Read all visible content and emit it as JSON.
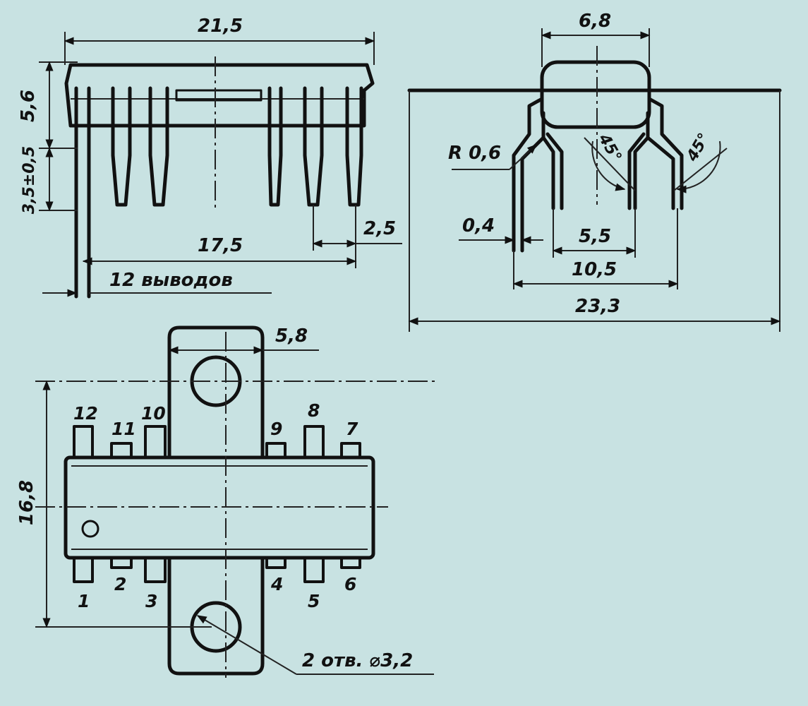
{
  "colors": {
    "background": "#c8e2e2",
    "ink": "#111111"
  },
  "side_view": {
    "dim_width": "21,5",
    "dim_height": "5,6",
    "dim_lead_length": "3,5±0,5",
    "dim_pin_span": "17,5",
    "dim_pin_pitch": "2,5",
    "pins_note": "12 выводов"
  },
  "end_view": {
    "dim_body_width": "6,8",
    "dim_radius": "R 0,6",
    "dim_lead_thickness": "0,4",
    "dim_inner_span": "5,5",
    "dim_outer_span": "10,5",
    "dim_total_width": "23,3",
    "angle_1": "45°",
    "angle_2": "45°"
  },
  "top_view": {
    "dim_tab_width": "5,8",
    "dim_total_length": "16,8",
    "holes_note": "2 отв. ⌀3,2",
    "pins_top": [
      "12",
      "11",
      "10",
      "9",
      "8",
      "7"
    ],
    "pins_bottom": [
      "1",
      "2",
      "3",
      "4",
      "5",
      "6"
    ]
  }
}
